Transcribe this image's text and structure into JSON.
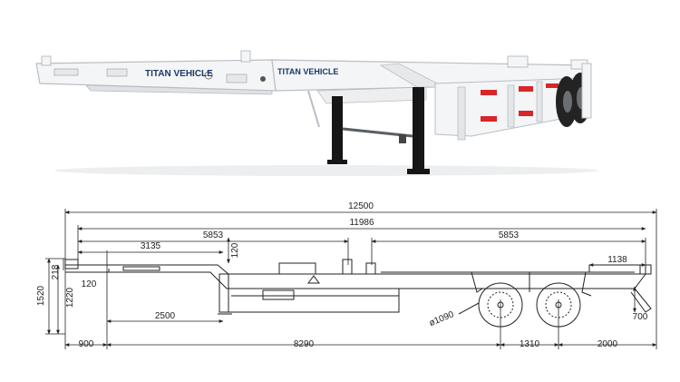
{
  "photo": {
    "brand_left": "TITAN VEHICLE",
    "brand_right": "TITAN VEHICLE",
    "colors": {
      "frame": "#f4f5f6",
      "frame_edge": "#b9bec4",
      "reflector_red": "#d8262a",
      "tire": "#232323",
      "leg": "#161616",
      "brand_text": "#1a3a6a"
    }
  },
  "drawing": {
    "dimensions": {
      "overall_length": "12500",
      "kingpin_to_end": "11986",
      "front_lock_span": "5853",
      "rear_lock_span": "5853",
      "gooseneck_length": "3135",
      "gooseneck_step": "120",
      "rear_overhang_top": "1138",
      "overall_height": "1520",
      "coupling_height": "1220",
      "front_height": "218",
      "front_step": "120",
      "landing_gear_position": "2500",
      "tire_diameter": "ø1090",
      "rear_drop": "700",
      "front_overhang": "900",
      "wheelbase_main": "8290",
      "axle_spacing": "1310",
      "rear_overhang": "2000"
    }
  }
}
